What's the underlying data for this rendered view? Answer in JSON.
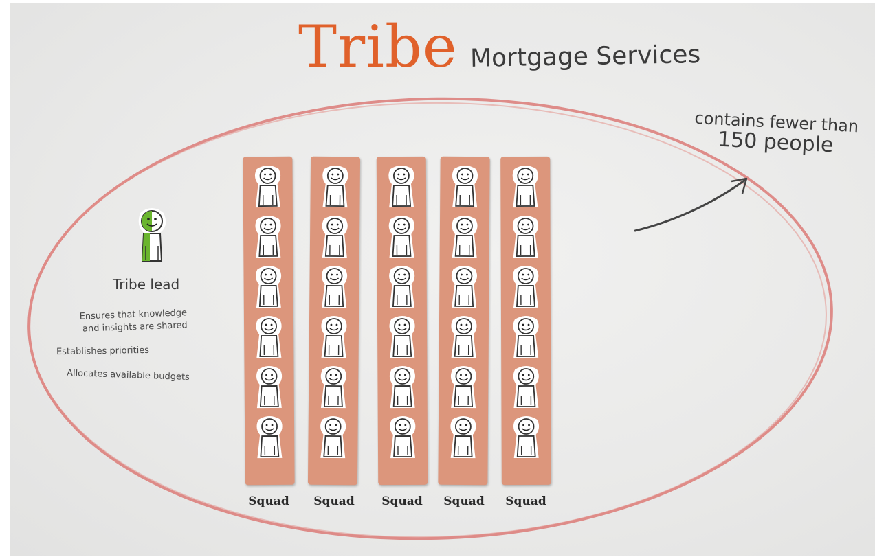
{
  "header": {
    "title": "Tribe",
    "subtitle": "Mortgage Services",
    "title_color": "#e0612b"
  },
  "annotation": {
    "line1": "contains fewer than",
    "line2": "150 people"
  },
  "tribe_lead": {
    "label": "Tribe lead",
    "icon": "person-icon",
    "accent_color": "#6ab52e",
    "duties": [
      [
        "Ensures that knowledge",
        "and insights are shared"
      ],
      "Establishes priorities",
      "Allocates available budgets"
    ]
  },
  "squads": [
    {
      "label": "Squad",
      "members": 6
    },
    {
      "label": "Squad",
      "members": 6
    },
    {
      "label": "Squad",
      "members": 6
    },
    {
      "label": "Squad",
      "members": 6
    },
    {
      "label": "Squad",
      "members": 6
    }
  ],
  "colors": {
    "squad_fill": "#dc967c",
    "ellipse_stroke": "#d9645f"
  }
}
